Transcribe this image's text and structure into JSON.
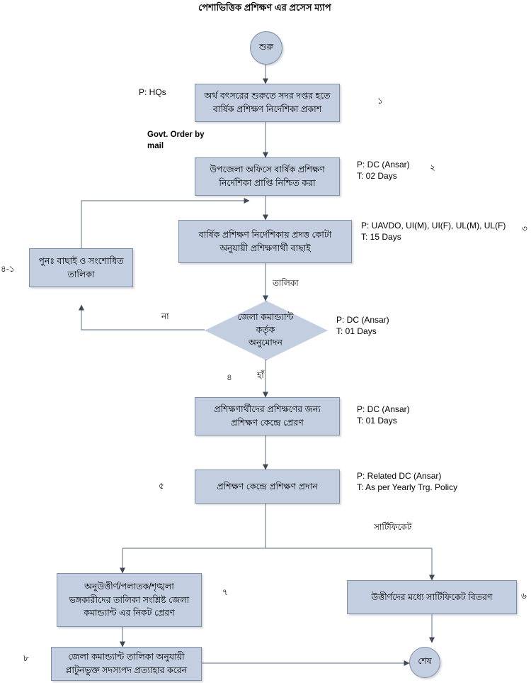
{
  "title": "পেশাভিত্তিক প্রশিক্ষণ এর প্রসেস ম্যাপ",
  "colors": {
    "node_fill": "#c3cfe0",
    "node_border": "#7f8fa6",
    "line": "#6b7b8c",
    "text": "#000000",
    "background": "#ffffff"
  },
  "nodes": {
    "start": {
      "label": "শুরু"
    },
    "step1": {
      "label": "অর্থ বৎসরের শুরুতে সদর দপ্তর হতে\nবার্ষিক প্রশিক্ষণ নির্দেশিকা প্রকাশ"
    },
    "step2": {
      "label": "উপজেলা অফিসে বার্ষিক প্রশিক্ষণ\nনির্দেশিকা প্রাপ্তি নিশ্চিত করা"
    },
    "step3": {
      "label": "বার্ষিক প্রশিক্ষণ নির্দেশিকায় প্রদত্ত কোটা\nঅনুযায়ী প্রশিক্ষণার্থী বাছাই"
    },
    "rework": {
      "label": "পুনঃ  বাছাই ও সংশোধিত\nতালিকা"
    },
    "decision": {
      "label": "জেলা কমান্ড্যান্ট\nকর্তৃক\nঅনুমোদন"
    },
    "step5": {
      "label": "প্রশিক্ষণার্থীদের প্রশিক্ষণের জন্য\nপ্রশিক্ষণ কেন্দ্রে প্রেরণ"
    },
    "step6": {
      "label": "প্রশিক্ষণ কেন্দ্রে প্রশিক্ষণ প্রদান"
    },
    "fail_list": {
      "label": "অনুউত্তীর্ণ/পলাতক/শৃঙ্খলা\nভঙ্গকারীদের তালিকা সংশ্লিষ্ট  জেলা\nকমান্ড্যান্ট এর নিকট প্রেরণ"
    },
    "certificate": {
      "label": "উত্তীর্ণদের মধ্যে সার্টিফিকেট বিতরণ"
    },
    "withdraw": {
      "label": "জেলা কমান্ড্যান্ট তালিকা অনুযায়ী\nপ্লাটুনভুক্ত সদস্যপদ প্রত্যাহার করেন"
    },
    "end": {
      "label": "শেষ"
    }
  },
  "notes": {
    "n1": "P: HQs",
    "n_mail": "Govt. Order by\nmail",
    "n2": "P: DC (Ansar)\nT: 02 Days",
    "n3": "P: UAVDO, UI(M), UI(F), UL(M), UL(F)\nT: 15 Days",
    "n4": "P: DC (Ansar)\nT: 01 Days",
    "n5": "P: DC (Ansar)\nT: 01 Days",
    "n6": "P: Related DC (Ansar)\nT: As per Yearly Trg. Policy"
  },
  "edge_labels": {
    "list": "তালিকা",
    "no": "না",
    "yes": "হাঁ",
    "certificate": "সার্টিফিকেট"
  },
  "step_numbers": {
    "one": "১",
    "two": "২",
    "three": "৩",
    "four_one": "৪-১",
    "four": "৪",
    "five": "৫",
    "six": "৬",
    "seven": "৭",
    "eight": "৮"
  }
}
